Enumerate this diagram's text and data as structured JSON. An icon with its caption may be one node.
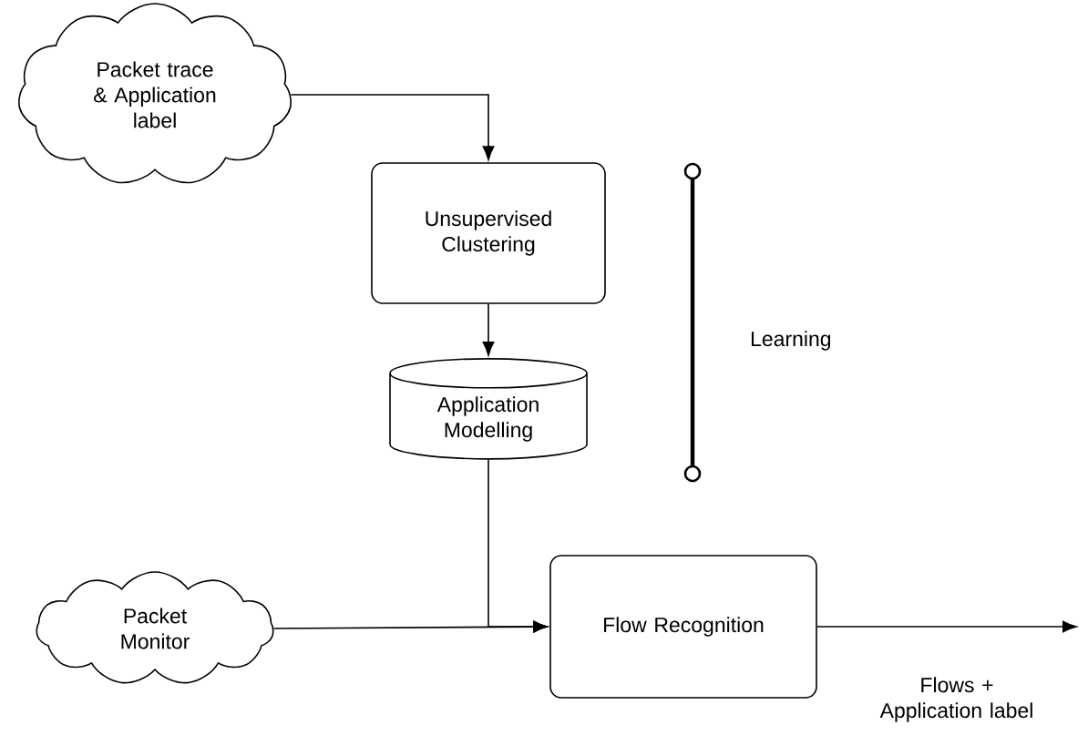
{
  "diagram": {
    "nodes": [
      {
        "text": [
          "Packet trace & Application label"
        ]
      },
      {
        "text": [
          "Unsupervised Clustering"
        ]
      },
      {
        "text": [
          "Application Modelling"
        ]
      },
      {
        "text": [
          "Packet Monitor"
        ]
      },
      {
        "text": [
          "Flow Recognition"
        ]
      }
    ],
    "edges": [
      {
        "from": 0,
        "to": 1,
        "arrow": "to"
      },
      {
        "from": 1,
        "to": 2,
        "arrow": "to"
      },
      {
        "from": 2,
        "to": 4,
        "arrow": "to"
      },
      {
        "from": 3,
        "to": 4,
        "arrow": "to"
      },
      {
        "from": 4,
        "to": null,
        "arrow": "to",
        "label": "Flows + Application label"
      }
    ],
    "labels": [
      "Learning"
    ]
  }
}
